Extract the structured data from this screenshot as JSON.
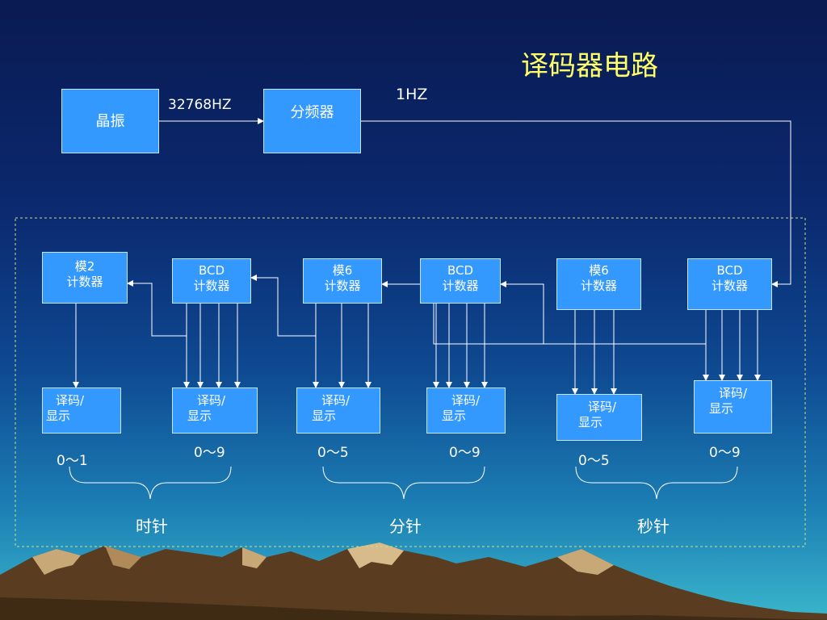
{
  "title": "译码器电路",
  "oscillator": "晶振",
  "divider": "分频器",
  "freq_in": "32768HZ",
  "freq_out": "1HZ",
  "counters": [
    {
      "l1": "模2",
      "l2": "计数器"
    },
    {
      "l1": "BCD",
      "l2": "计数器"
    },
    {
      "l1": "模6",
      "l2": "计数器"
    },
    {
      "l1": "BCD",
      "l2": "计数器"
    },
    {
      "l1": "模6",
      "l2": "计数器"
    },
    {
      "l1": "BCD",
      "l2": "计数器"
    }
  ],
  "decoders": [
    {
      "l1": "译码/",
      "l2": "显示"
    },
    {
      "l1": "译码/",
      "l2": "显示"
    },
    {
      "l1": "译码/",
      "l2": "显示"
    },
    {
      "l1": "译码/",
      "l2": "显示"
    },
    {
      "l1": "译码/",
      "l2": "显示"
    },
    {
      "l1": "译码/",
      "l2": "显示"
    }
  ],
  "ranges": [
    "0～1",
    "0～9",
    "0～5",
    "0～9",
    "0～5",
    "0～9"
  ],
  "groups": [
    "时针",
    "分针",
    "秒针"
  ],
  "colors": {
    "box": "#3399ff",
    "title": "#ffff66",
    "line": "#ffffff"
  }
}
